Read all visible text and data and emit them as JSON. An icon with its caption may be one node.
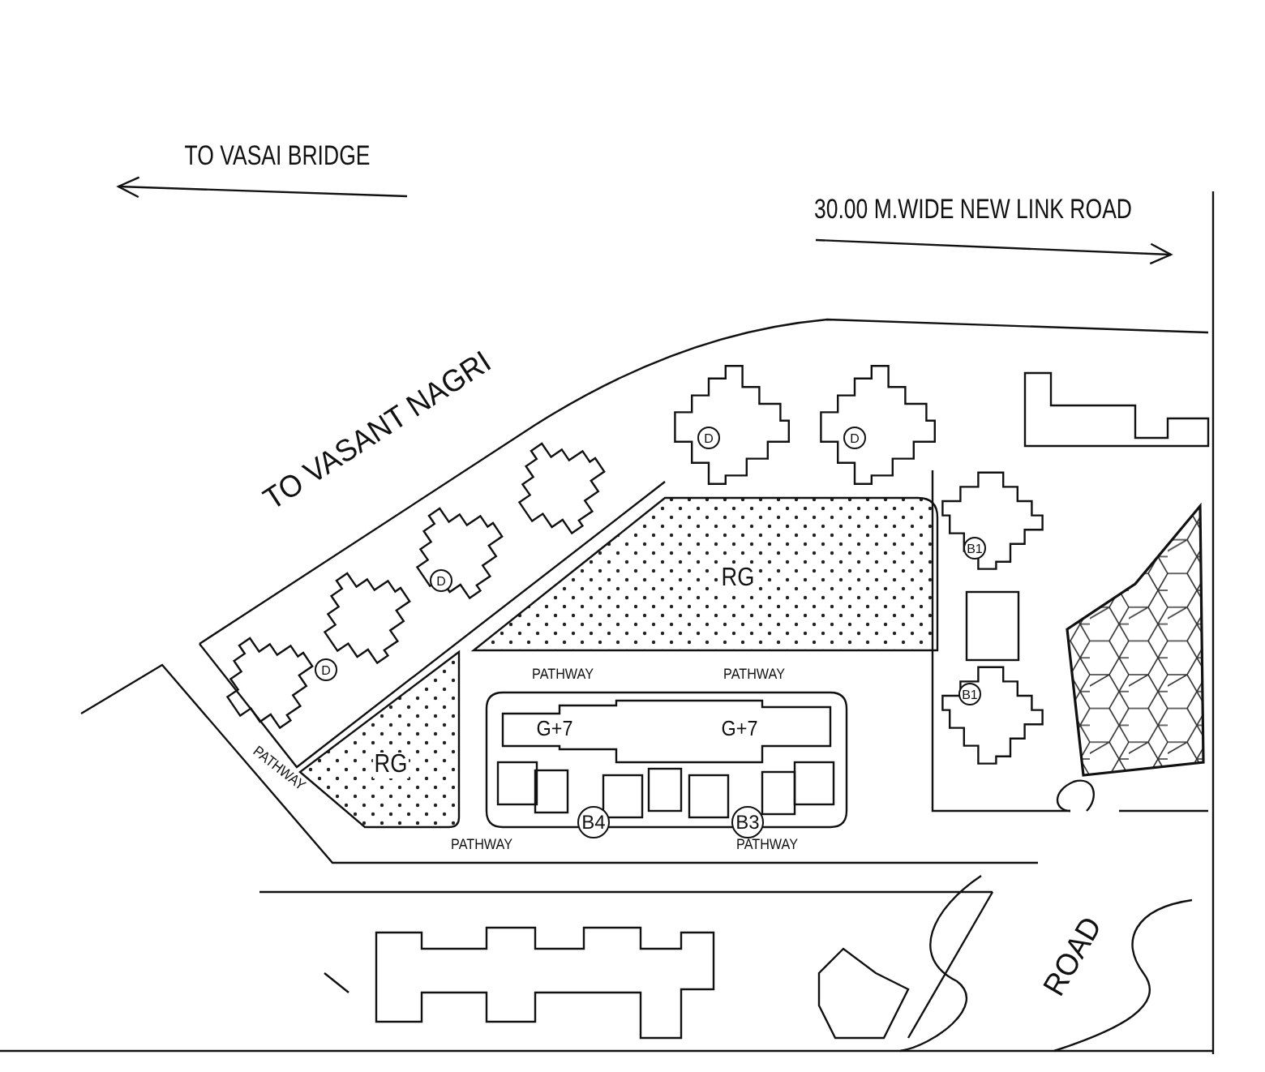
{
  "diagram": {
    "nodes": [
      {
        "text": [
          "RG"
        ]
      },
      {
        "text": [
          "RG"
        ]
      },
      {
        "text": [
          "D"
        ]
      },
      {
        "text": [
          "D"
        ]
      },
      {
        "text": [
          "D"
        ]
      },
      {
        "text": [
          "D"
        ]
      },
      {
        "text": [
          "B1"
        ]
      },
      {
        "text": [
          "B1"
        ]
      },
      {
        "text": [
          "B4"
        ]
      },
      {
        "text": [
          "B3"
        ]
      }
    ],
    "edges": [],
    "labels": [
      "TO VASAI BRIDGE",
      "30.00 M.WIDE NEW LINK ROAD",
      "TO VASANT NAGRI",
      "PATHWAY",
      "PATHWAY",
      "G+7",
      "G+7",
      "PATHWAY",
      "PATHWAY",
      "PATHWAY",
      "ROAD"
    ]
  }
}
